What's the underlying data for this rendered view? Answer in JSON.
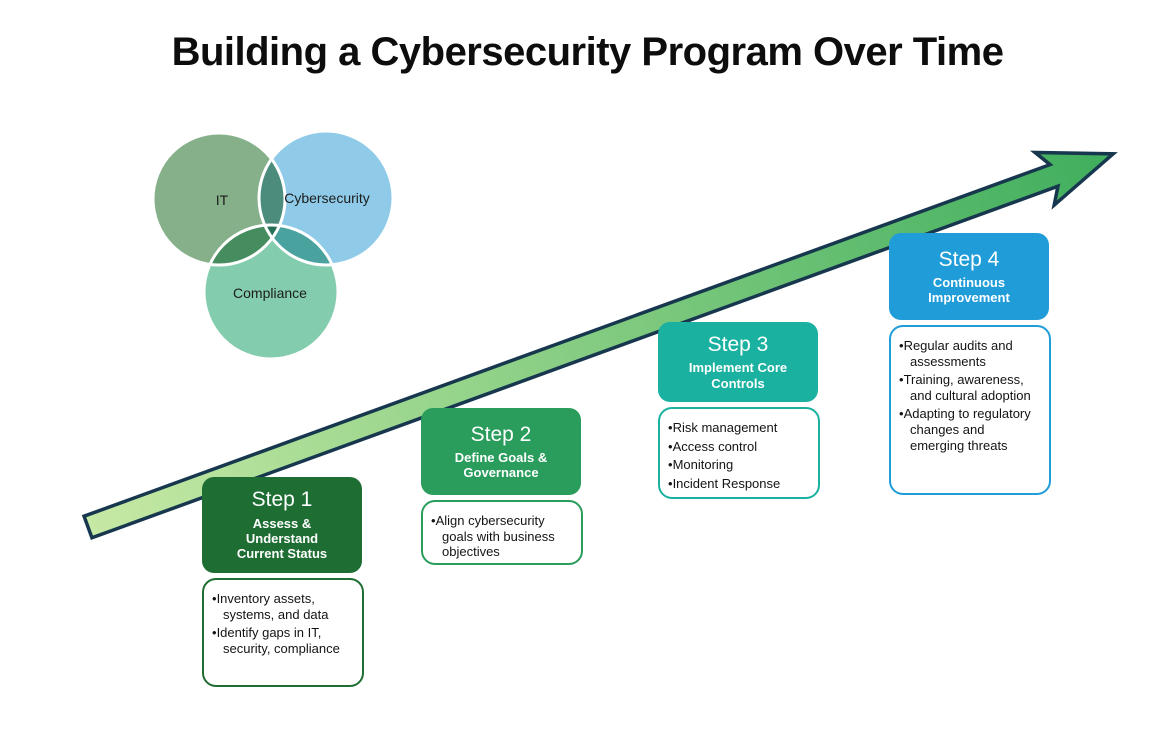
{
  "title": "Building a Cybersecurity Program Over Time",
  "venn": {
    "circles": [
      {
        "label": "IT",
        "color": "#85b089"
      },
      {
        "label": "Cybersecurity",
        "color": "#8fcbe9"
      },
      {
        "label": "Compliance",
        "color": "#84ccae"
      }
    ]
  },
  "arrow": {
    "gradient_start": "#c6e9a5",
    "gradient_end": "#3fae5d",
    "outline": "#17374e"
  },
  "steps": [
    {
      "step": "Step 1",
      "subtitle": "Assess & Understand Current Status",
      "color": "#1e6e33",
      "bullets": [
        "Inventory assets, systems, and data",
        "Identify gaps in IT, security, compliance"
      ]
    },
    {
      "step": "Step 2",
      "subtitle": "Define Goals & Governance",
      "color": "#2a9d5c",
      "bullets": [
        "Align cybersecurity goals with business objectives"
      ]
    },
    {
      "step": "Step 3",
      "subtitle": "Implement Core Controls",
      "color": "#1bb1a1",
      "bullets": [
        "Risk management",
        "Access control",
        "Monitoring",
        "Incident Response"
      ]
    },
    {
      "step": "Step 4",
      "subtitle": "Continuous Improvement",
      "color": "#209cd8",
      "bullets": [
        "Regular audits and assessments",
        "Training, awareness, and cultural adoption",
        "Adapting to regulatory changes and emerging threats"
      ]
    }
  ]
}
